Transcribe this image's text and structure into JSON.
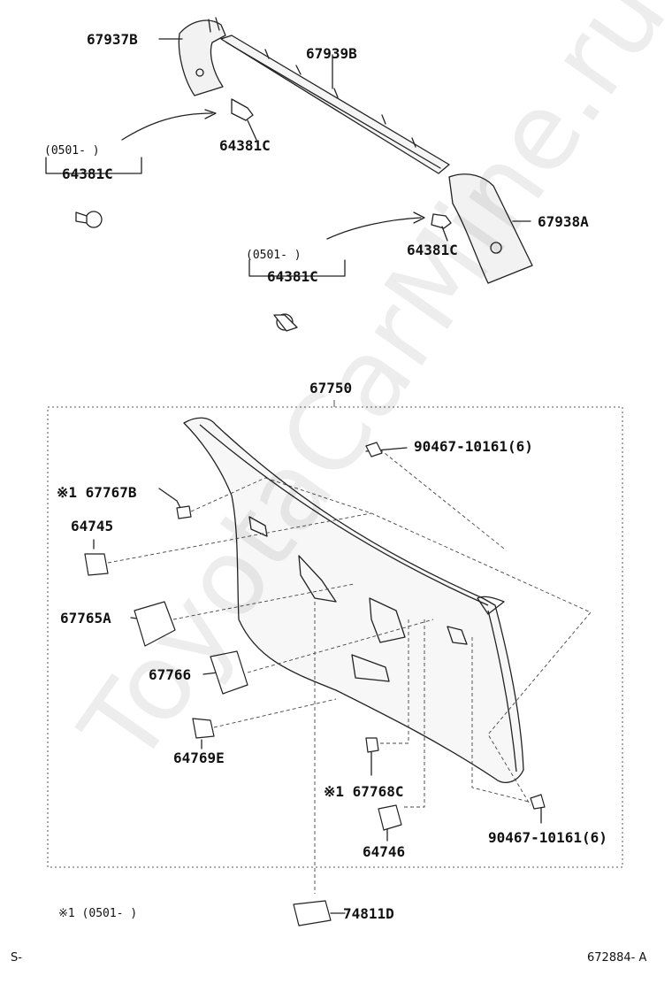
{
  "watermark": "ToyotaCarMine.ru",
  "labels": {
    "p67937B": "67937B",
    "p67939B": "67939B",
    "p64381C_a": "64381C",
    "p64381C_b": "64381C",
    "p64381C_c": "64381C",
    "p64381C_d": "64381C",
    "p67938A": "67938A",
    "range_a": "(0501-         )",
    "range_b": "(0501-         )",
    "p67750": "67750",
    "p90467_a": "90467-10161(6)",
    "p67767B": "※1 67767B",
    "p64745": "64745",
    "p67765A": "67765A",
    "p67766": "67766",
    "p64769E": "64769E",
    "p67768C": "※1 67768C",
    "p90467_b": "90467-10161(6)",
    "p64746": "64746",
    "note1": "※1 (0501-         )",
    "p74811D": "74811D",
    "footer_left": "S-",
    "footer_right": "672884- A"
  }
}
